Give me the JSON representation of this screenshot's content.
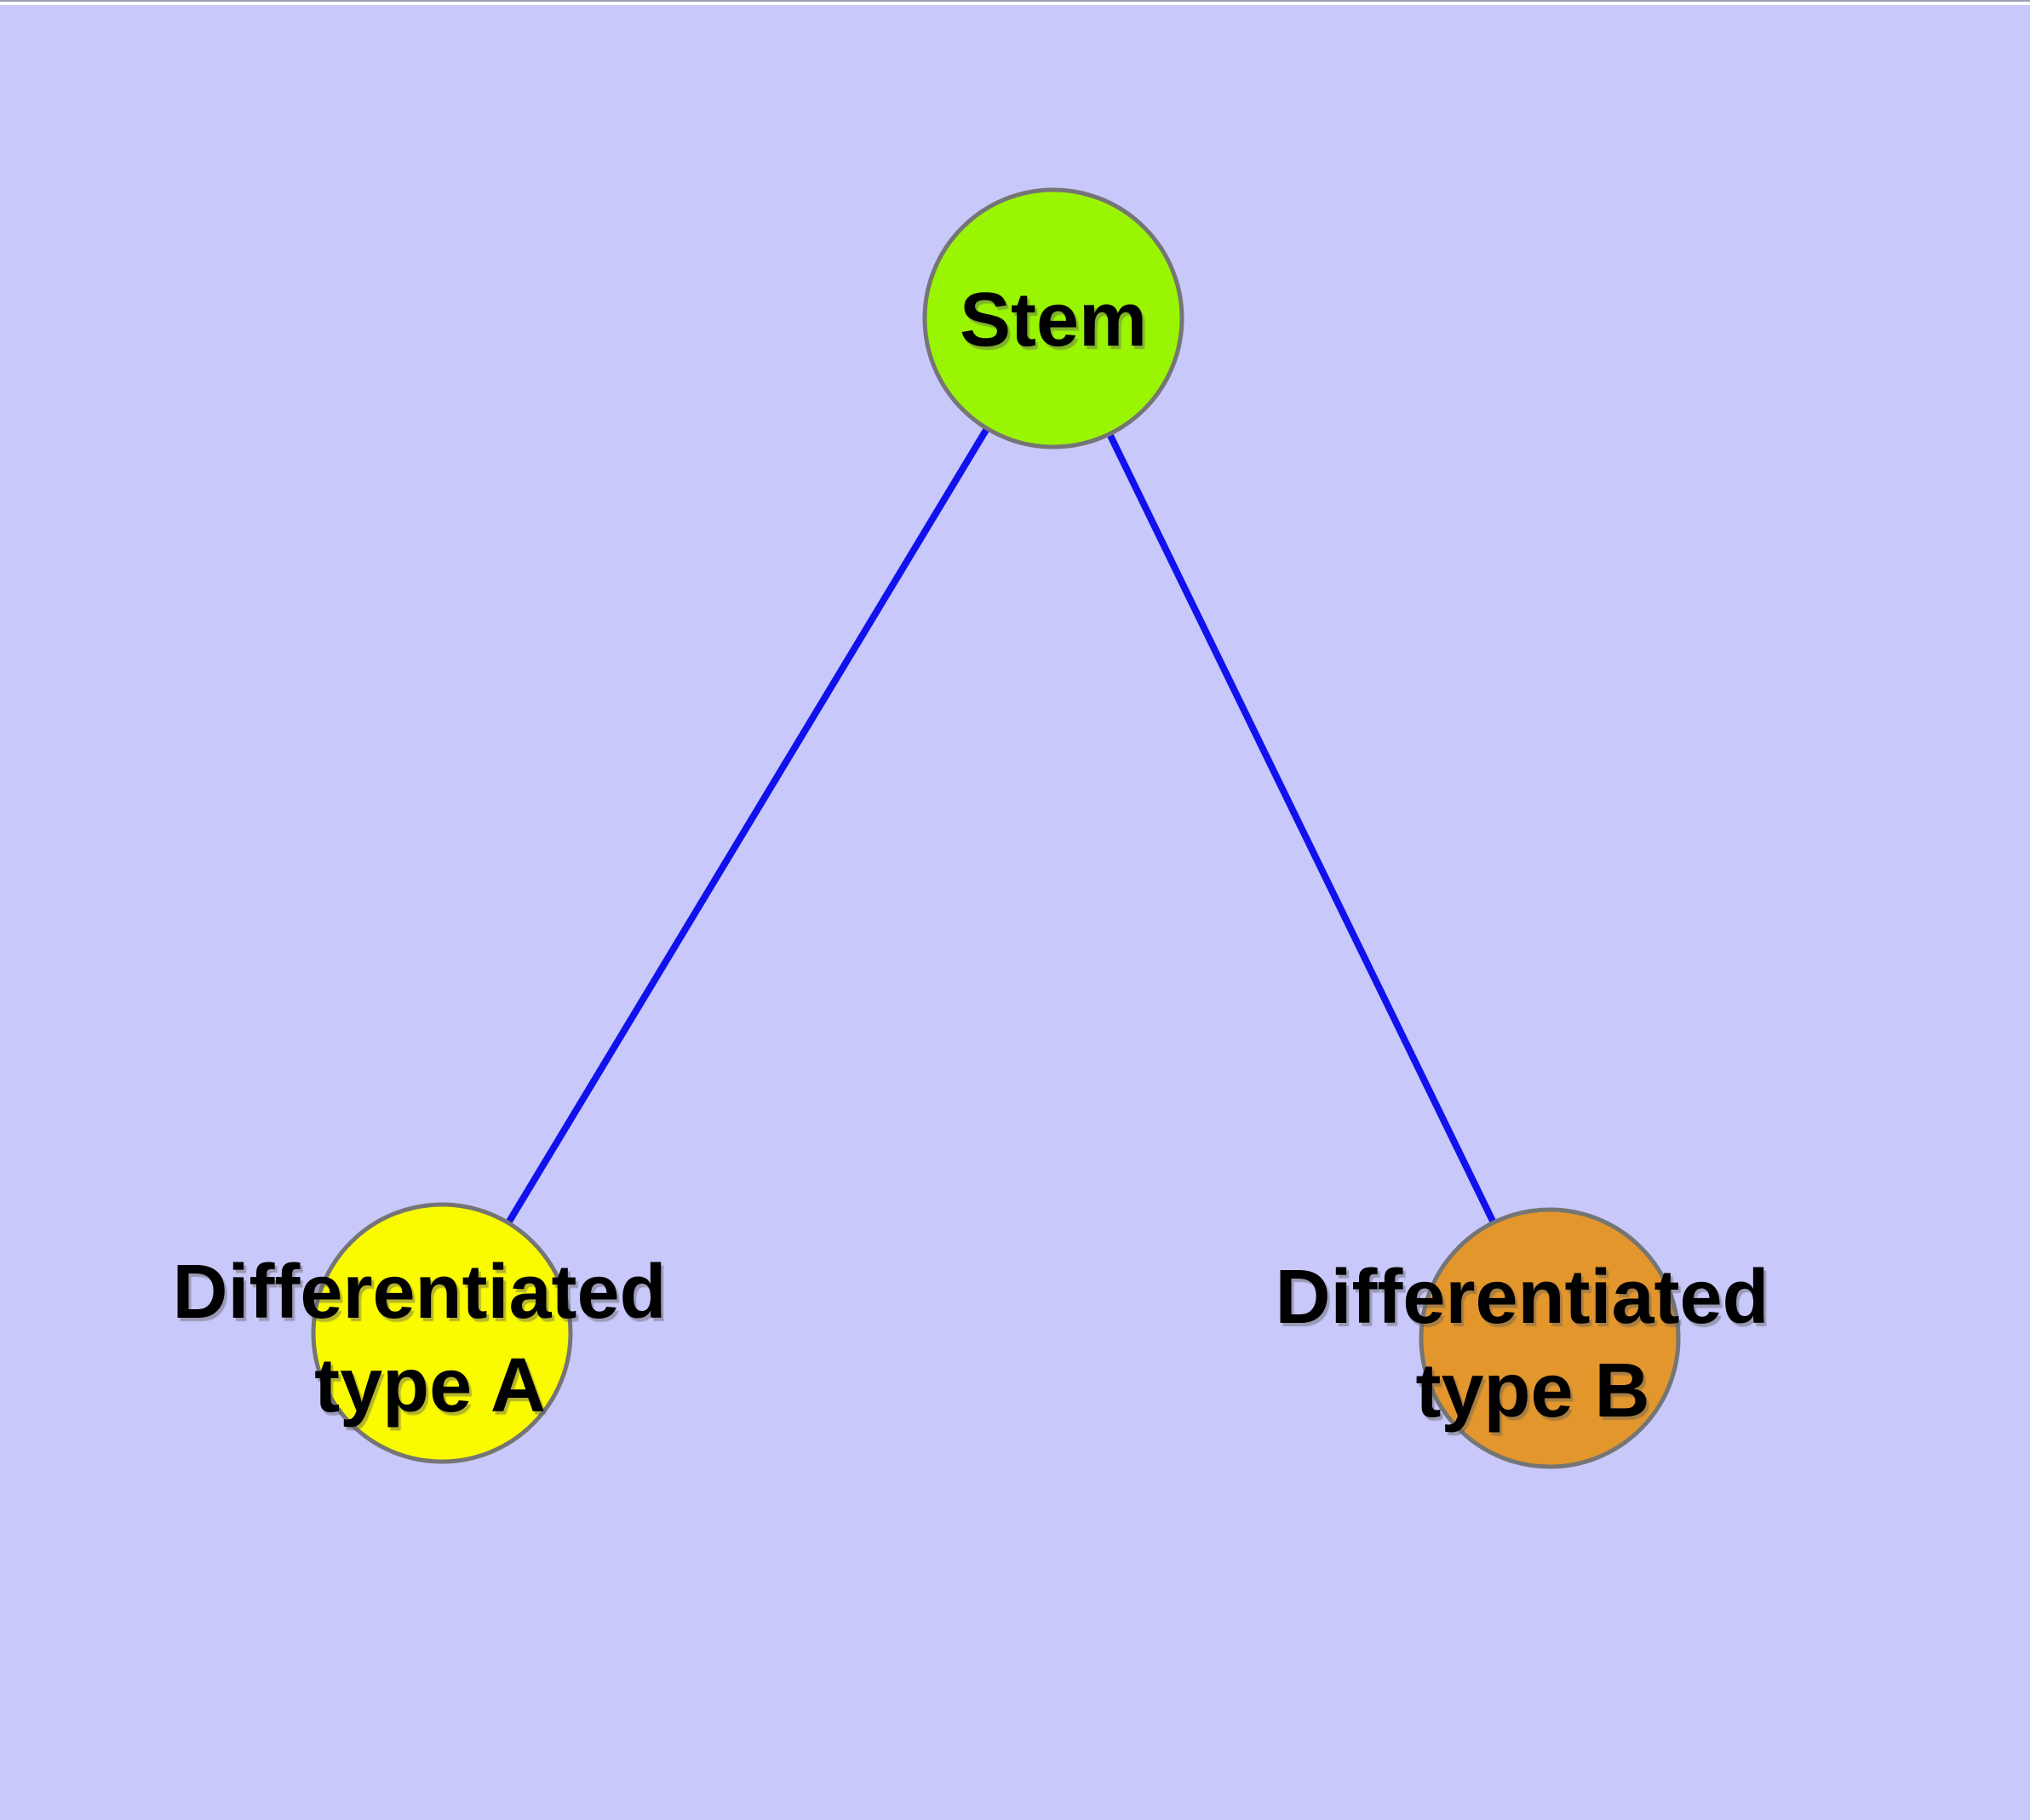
{
  "window": {
    "top_hairline_color": "#9E9EB6",
    "top_gap_color": "#FFFFFF"
  },
  "canvas": {
    "background_color": "#C8C8FA"
  },
  "graph": {
    "type": "tree-diagram",
    "nodes": {
      "stem": {
        "label": "Stem",
        "label_lines": [
          "Stem"
        ],
        "fill": "#9AF502",
        "border": "#757575",
        "text_color": "#000000"
      },
      "type_a": {
        "label": "Differentiated type A",
        "label_lines": [
          "Differentiated",
          "type A"
        ],
        "fill": "#FBFB00",
        "border": "#757575",
        "text_color": "#000000"
      },
      "type_b": {
        "label": "Differentiated type B",
        "label_lines": [
          "Differentiated",
          "type B"
        ],
        "fill": "#E2962C",
        "border": "#757575",
        "text_color": "#000000"
      }
    },
    "edges": [
      {
        "from": "Stem",
        "to": "Differentiated type A",
        "color": "#1111EE"
      },
      {
        "from": "Stem",
        "to": "Differentiated type B",
        "color": "#1111EE"
      }
    ]
  }
}
